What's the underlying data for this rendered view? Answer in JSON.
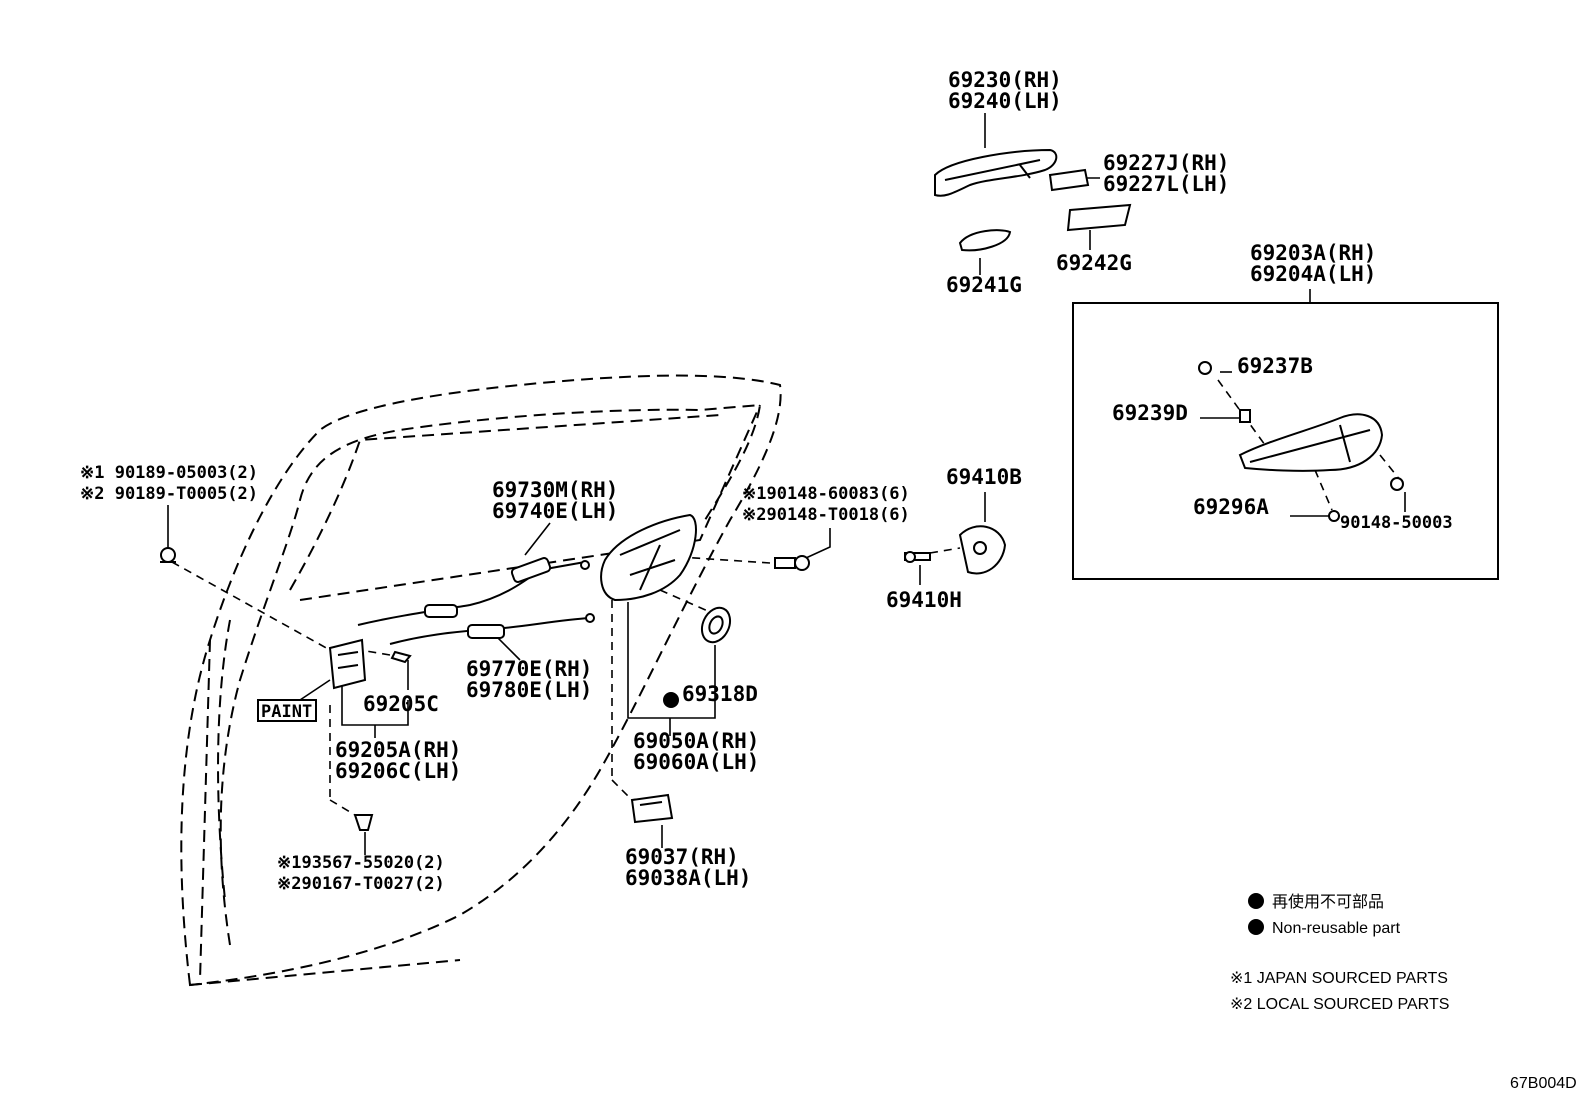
{
  "diagram_code": "67B004D",
  "callouts": {
    "handle_outer": [
      "69230(RH)",
      "69240(LH)"
    ],
    "handle_cover": [
      "69227J(RH)",
      "69227L(LH)"
    ],
    "pad_69241g": "69241G",
    "pad_69242g": "69242G",
    "inner_handle_assy": [
      "69203A(RH)",
      "69204A(LH)"
    ],
    "part_69237b": "69237B",
    "part_69239d": "69239D",
    "part_69296a": "69296A",
    "screw_90148_50003": "90148-50003",
    "striker": "69410B",
    "striker_screw": "69410H",
    "clip_top_left": [
      "※1 90189-05003(2)",
      "※2 90189-T0005(2)"
    ],
    "screw_lock": [
      "※190148-60083(6)",
      "※290148-T0018(6)"
    ],
    "cable_upper": [
      "69730M(RH)",
      "69740E(LH)"
    ],
    "cable_lower": [
      "69770E(RH)",
      "69780E(LH)"
    ],
    "paint_tag": "PAINT",
    "bolt_69205c": "69205C",
    "latch_plate": [
      "69205A(RH)",
      "69206C(LH)"
    ],
    "screw_bottom": [
      "※193567-55020(2)",
      "※290167-T0027(2)"
    ],
    "grommet": "69318D",
    "lock_assy": [
      "69050A(RH)",
      "69060A(LH)"
    ],
    "lock_cover": [
      "69037(RH)",
      "69038A(LH)"
    ]
  },
  "legend": {
    "non_reusable_jp": "再使用不可部品",
    "non_reusable_en": "Non-reusable part",
    "japan_sourced": "※1  JAPAN SOURCED PARTS",
    "local_sourced": "※2  LOCAL SOURCED PARTS"
  }
}
